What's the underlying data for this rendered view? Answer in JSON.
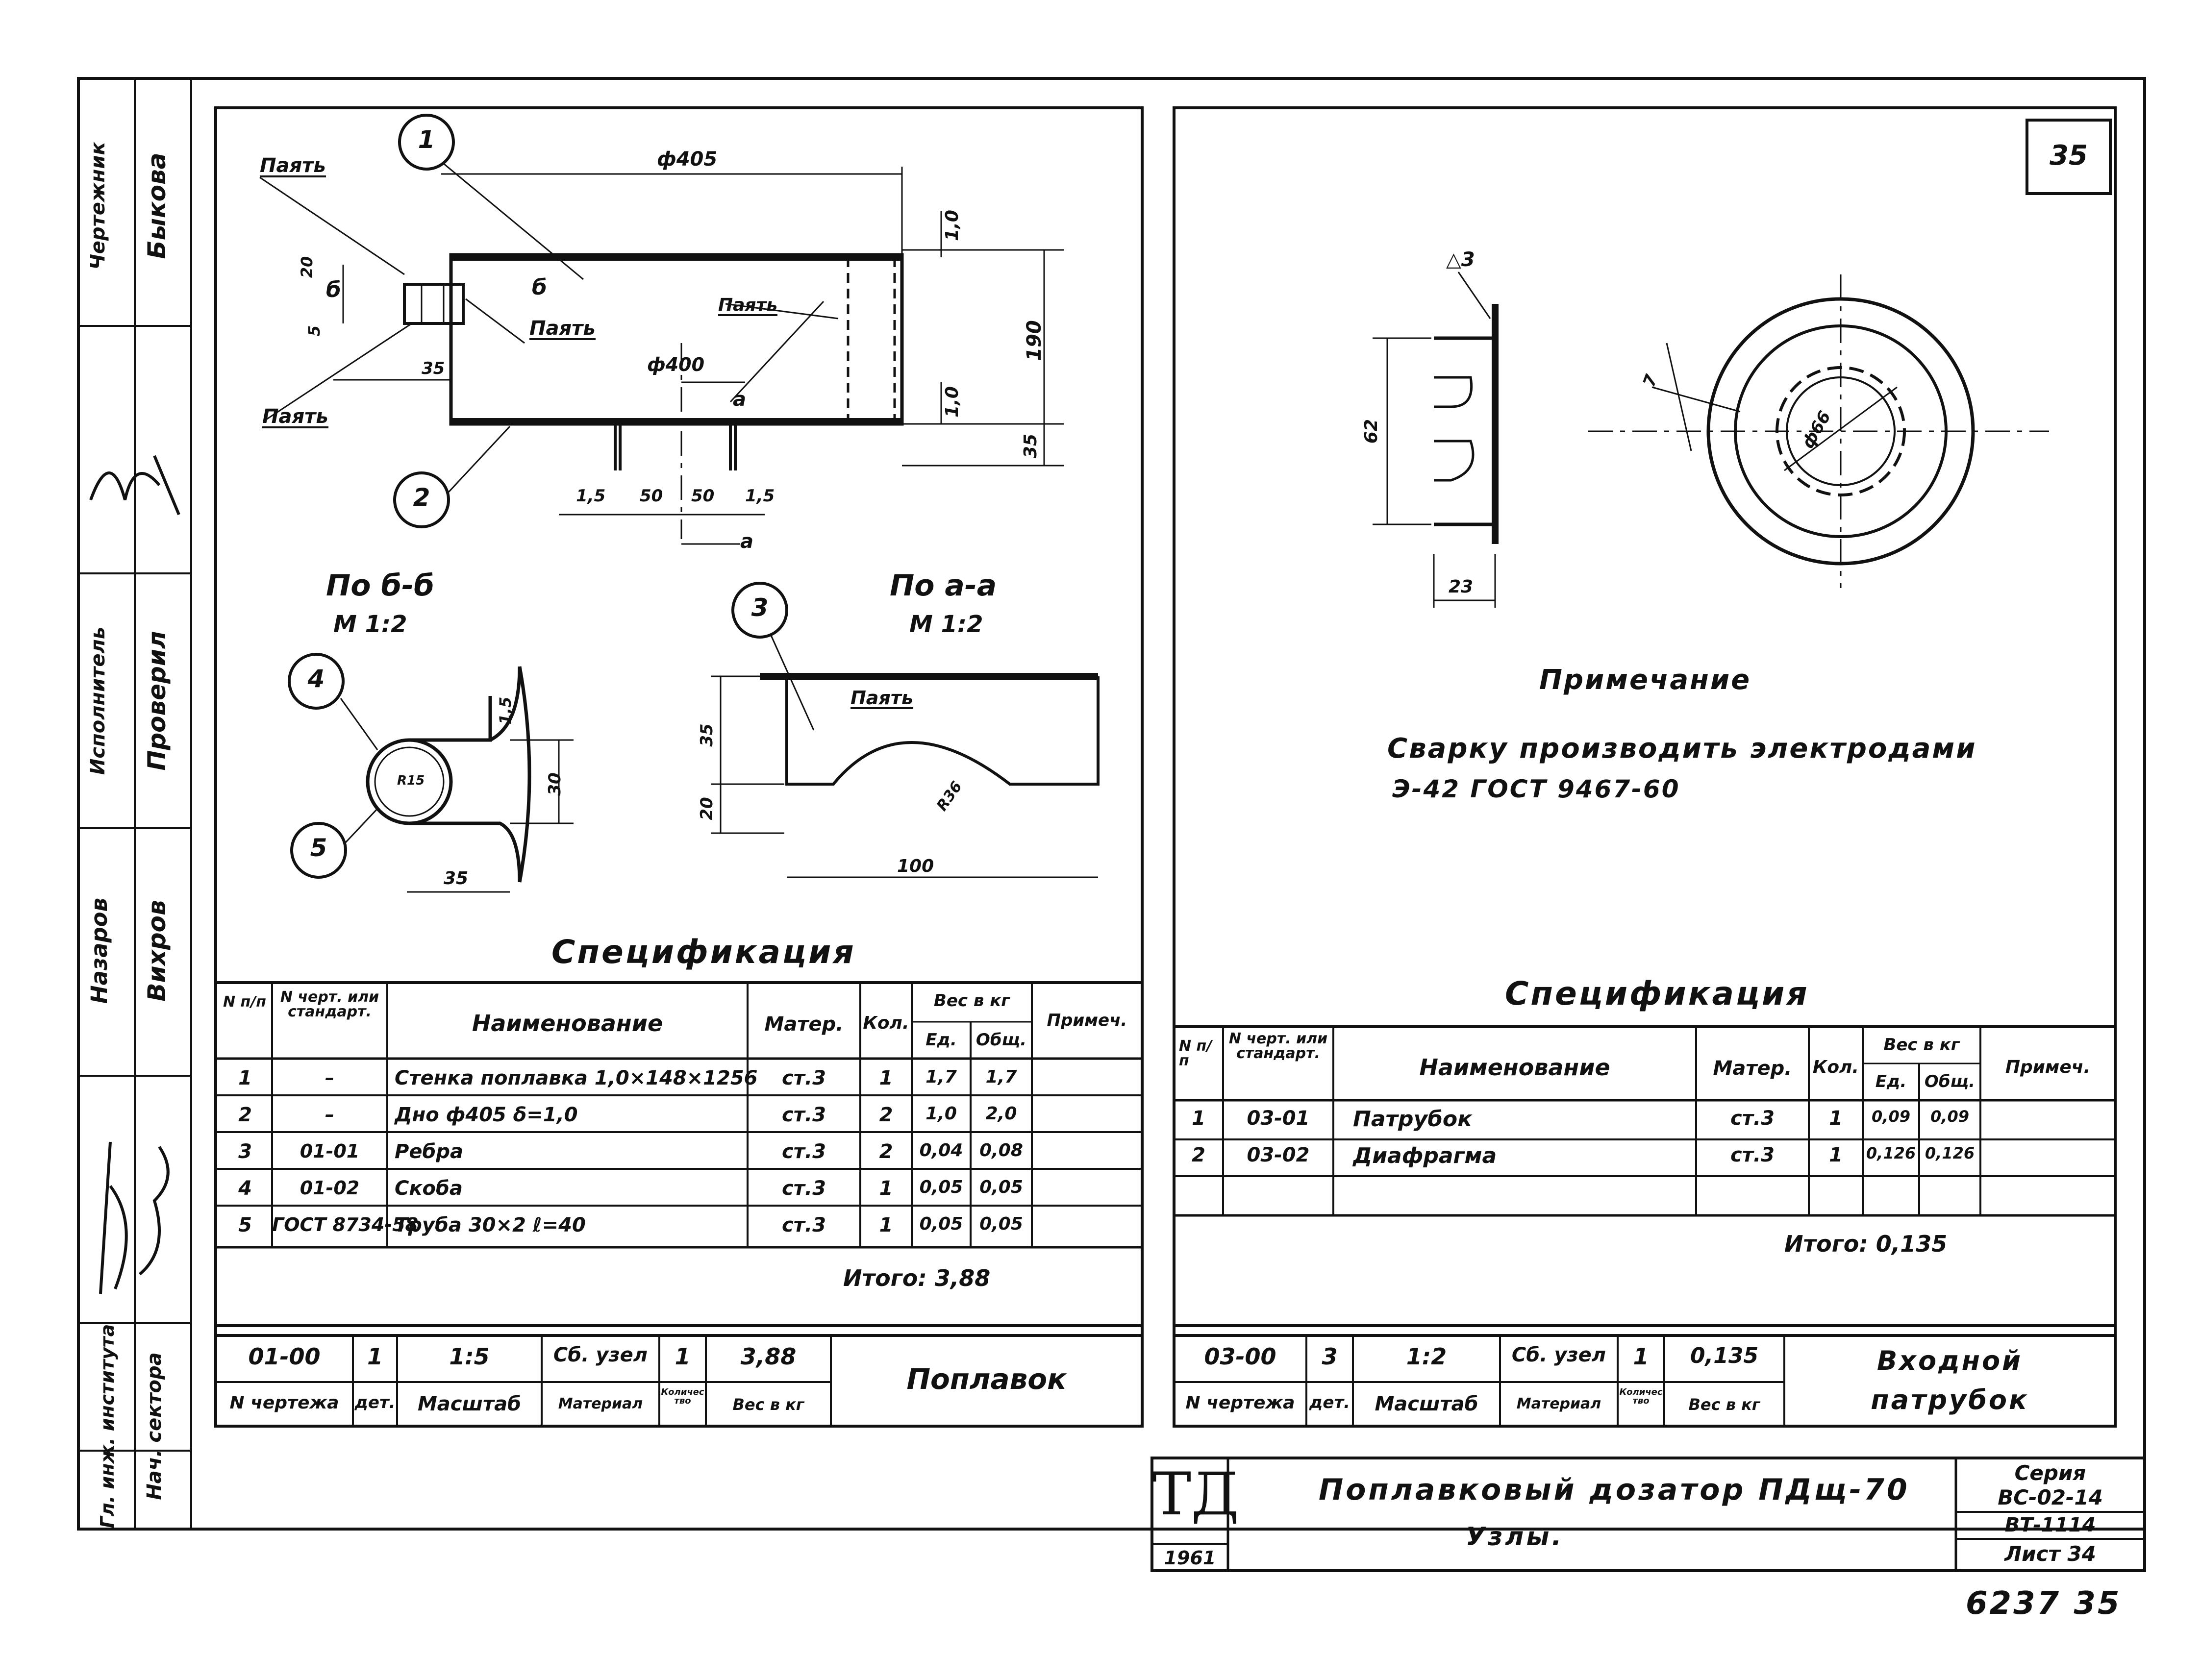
{
  "stamp": {
    "rows": [
      {
        "role": "Чертежник",
        "name": "Быкова"
      },
      {
        "role": "",
        "name": ""
      },
      {
        "role": "Исполнитель",
        "name": "Проверил"
      },
      {
        "role": "Назаров",
        "name": "Вихров"
      },
      {
        "role": "",
        "name": ""
      },
      {
        "role": "Гл. инж. института",
        "name": "Нач. сектора"
      }
    ]
  },
  "left_sheet": {
    "callouts": [
      "1",
      "2",
      "3",
      "4",
      "5"
    ],
    "labels": {
      "payat": "Паять",
      "dim_405": "ф405",
      "dim_400": "ф400",
      "dim_10a": "1,0",
      "dim_190": "190",
      "dim_10b": "1,0",
      "dim_35a": "35",
      "dim_35b": "35",
      "dim_20": "20",
      "dim_5": "5",
      "dims_bottom": [
        "1,5",
        "50",
        "50",
        "1,5"
      ],
      "section_a": "а",
      "section_b": "б"
    },
    "view_bb": {
      "title": "По б-б",
      "scale": "М 1:2",
      "dim_15": "1,5",
      "dim_30": "30",
      "dim_35": "35",
      "dim_r": "R15"
    },
    "view_aa": {
      "title": "По а-а",
      "scale": "М 1:2",
      "dim_35": "35",
      "dim_20": "20",
      "dim_100": "100",
      "dim_r": "R36"
    },
    "spec_title": "Спецификация",
    "spec_headers": {
      "n": "N п/п",
      "drawing": "N черт. или стандарт.",
      "name": "Наименование",
      "material": "Матер.",
      "qty": "Кол.",
      "weight": "Вес в кг",
      "unit": "Ед.",
      "total": "Общ.",
      "note": "Примеч."
    },
    "spec_rows": [
      {
        "n": "1",
        "drawing": "–",
        "name": "Стенка поплавка 1,0×148×1256",
        "material": "ст.3",
        "qty": "1",
        "unit": "1,7",
        "total": "1,7"
      },
      {
        "n": "2",
        "drawing": "–",
        "name": "Дно ф405 δ=1,0",
        "material": "ст.3",
        "qty": "2",
        "unit": "1,0",
        "total": "2,0"
      },
      {
        "n": "3",
        "drawing": "01-01",
        "name": "Ребра",
        "material": "ст.3",
        "qty": "2",
        "unit": "0,04",
        "total": "0,08"
      },
      {
        "n": "4",
        "drawing": "01-02",
        "name": "Скоба",
        "material": "ст.3",
        "qty": "1",
        "unit": "0,05",
        "total": "0,05"
      },
      {
        "n": "5",
        "drawing": "ГОСТ 8734-58",
        "name": "Труба 30×2  ℓ=40",
        "material": "ст.3",
        "qty": "1",
        "unit": "0,05",
        "total": "0,05"
      }
    ],
    "total": "Итого: 3,88",
    "title_block": {
      "drawing_no": "01-00",
      "det": "1",
      "scale": "1:5",
      "material": "Сб. узел",
      "qty": "1",
      "weight": "3,88",
      "name": "Поплавок",
      "h_drawing": "N чертежа",
      "h_det": "дет.",
      "h_scale": "Масштаб",
      "h_material": "Материал",
      "h_qty": "Количество",
      "h_weight": "Вес в кг"
    }
  },
  "right_sheet": {
    "page_no": "35",
    "labels": {
      "weld": "△3",
      "dim_62": "62",
      "dim_23": "23",
      "dim_7": "7",
      "dim_66": "ф66"
    },
    "note_title": "Примечание",
    "note_line1": "Сварку производить электродами",
    "note_line2": "Э-42  ГОСТ 9467-60",
    "spec_title": "Спецификация",
    "spec_headers": {
      "n": "N п/п",
      "drawing": "N черт. или стандарт.",
      "name": "Наименование",
      "material": "Матер.",
      "qty": "Кол.",
      "weight": "Вес в кг",
      "unit": "Ед.",
      "total": "Общ.",
      "note": "Примеч."
    },
    "spec_rows": [
      {
        "n": "1",
        "drawing": "03-01",
        "name": "Патрубок",
        "material": "ст.3",
        "qty": "1",
        "unit": "0,09",
        "total": "0,09"
      },
      {
        "n": "2",
        "drawing": "03-02",
        "name": "Диафрагма",
        "material": "ст.3",
        "qty": "1",
        "unit": "0,126",
        "total": "0,126"
      }
    ],
    "total": "Итого: 0,135",
    "title_block": {
      "drawing_no": "03-00",
      "det": "3",
      "scale": "1:2",
      "material": "Сб. узел",
      "qty": "1",
      "weight": "0,135",
      "name_line1": "Входной",
      "name_line2": "патрубок",
      "h_drawing": "N чертежа",
      "h_det": "дет.",
      "h_scale": "Масштаб",
      "h_material": "Материал",
      "h_qty": "Количество",
      "h_weight": "Вес в кг"
    }
  },
  "main_title": {
    "logo": "ТД",
    "year": "1961",
    "title": "Поплавковый дозатор ПДщ-70",
    "subtitle": "Узлы.",
    "series_label": "Серия",
    "series": "ВС-02-14",
    "code": "ВТ-1114",
    "sheet": "Лист 34"
  },
  "archive_no": "6237  35"
}
